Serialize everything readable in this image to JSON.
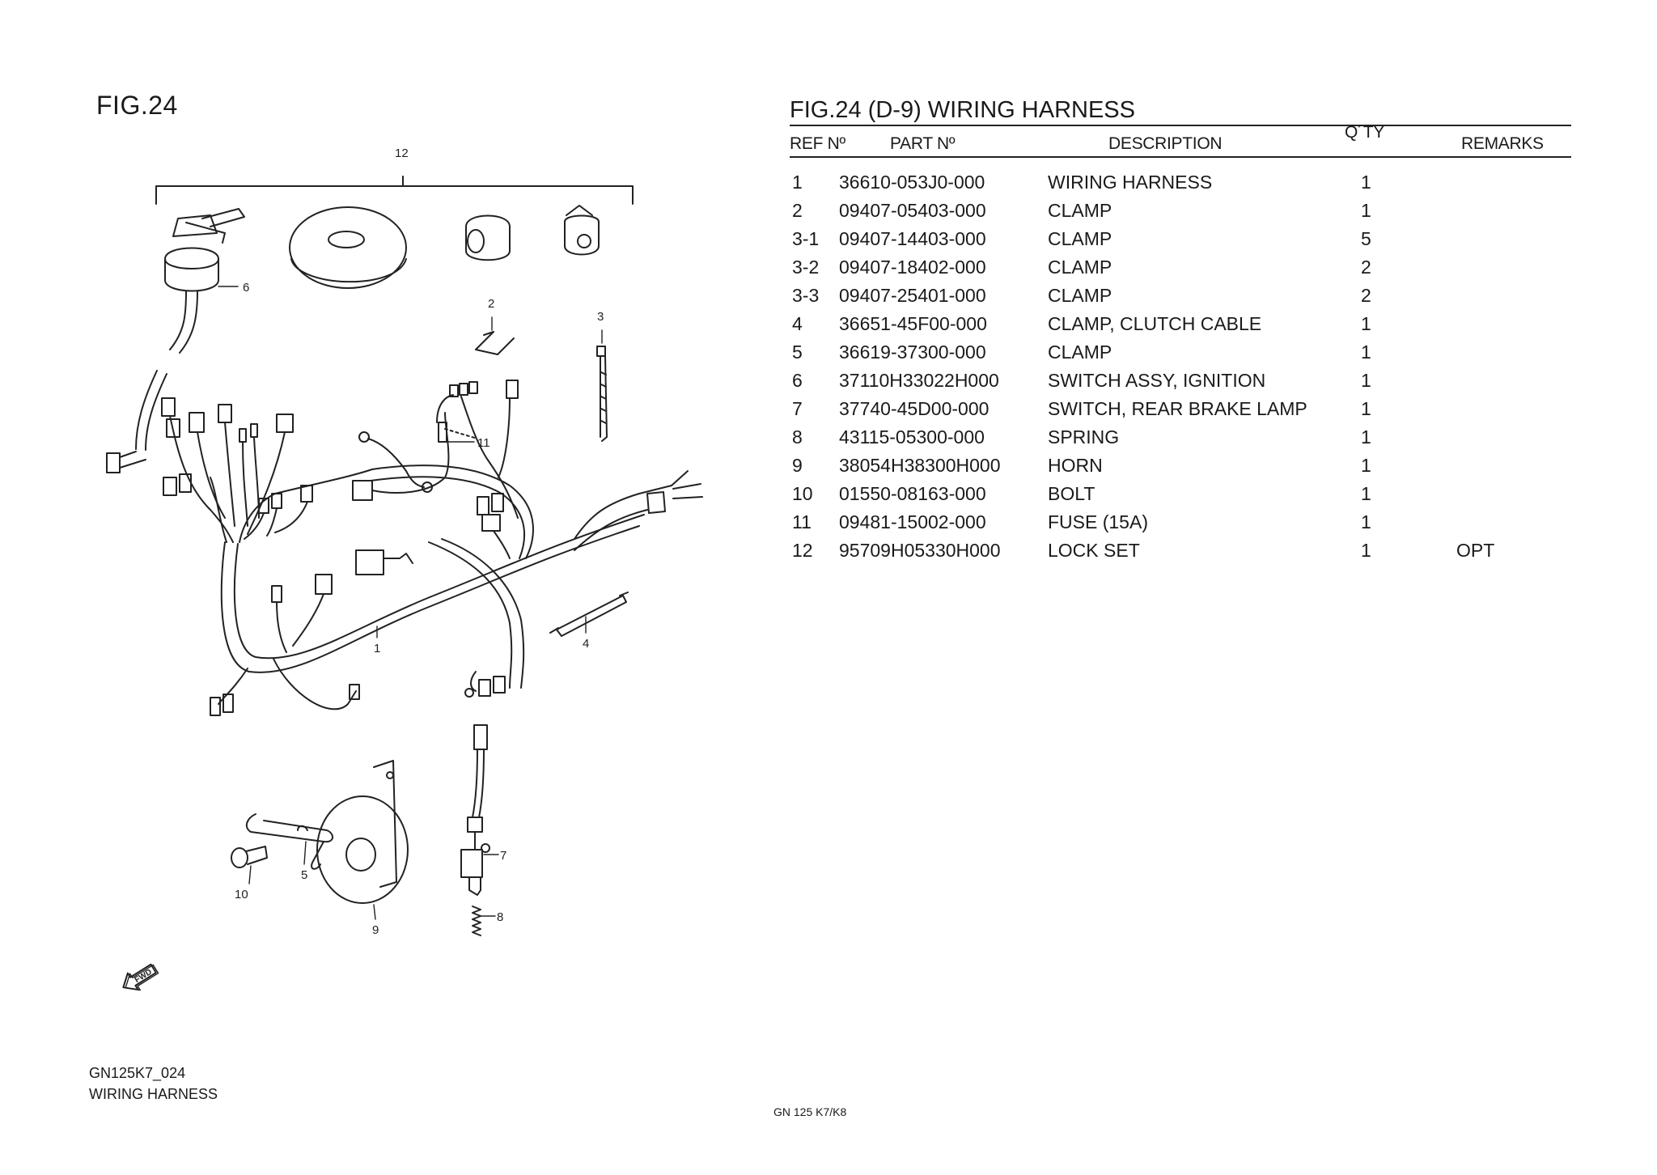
{
  "figure_label": "FIG.24",
  "table": {
    "title": "FIG.24 (D-9) WIRING HARNESS",
    "headers": {
      "ref": "REF Nº",
      "part": "PART Nº",
      "description": "DESCRIPTION",
      "qty": "Q´TY",
      "remarks": "REMARKS"
    },
    "rows": [
      {
        "ref": "1",
        "part": "36610-053J0-000",
        "description": "WIRING HARNESS",
        "qty": "1",
        "remarks": ""
      },
      {
        "ref": "2",
        "part": "09407-05403-000",
        "description": "CLAMP",
        "qty": "1",
        "remarks": ""
      },
      {
        "ref": "3-1",
        "part": "09407-14403-000",
        "description": "CLAMP",
        "qty": "5",
        "remarks": ""
      },
      {
        "ref": "3-2",
        "part": "09407-18402-000",
        "description": "CLAMP",
        "qty": "2",
        "remarks": ""
      },
      {
        "ref": "3-3",
        "part": "09407-25401-000",
        "description": "CLAMP",
        "qty": "2",
        "remarks": ""
      },
      {
        "ref": "4",
        "part": "36651-45F00-000",
        "description": "CLAMP, CLUTCH CABLE",
        "qty": "1",
        "remarks": ""
      },
      {
        "ref": "5",
        "part": "36619-37300-000",
        "description": "CLAMP",
        "qty": "1",
        "remarks": ""
      },
      {
        "ref": "6",
        "part": "37110H33022H000",
        "description": "SWITCH ASSY, IGNITION",
        "qty": "1",
        "remarks": ""
      },
      {
        "ref": "7",
        "part": "37740-45D00-000",
        "description": "SWITCH, REAR BRAKE LAMP",
        "qty": "1",
        "remarks": ""
      },
      {
        "ref": "8",
        "part": "43115-05300-000",
        "description": "SPRING",
        "qty": "1",
        "remarks": ""
      },
      {
        "ref": "9",
        "part": "38054H38300H000",
        "description": "HORN",
        "qty": "1",
        "remarks": ""
      },
      {
        "ref": "10",
        "part": "01550-08163-000",
        "description": "BOLT",
        "qty": "1",
        "remarks": ""
      },
      {
        "ref": "11",
        "part": "09481-15002-000",
        "description": "FUSE (15A)",
        "qty": "1",
        "remarks": ""
      },
      {
        "ref": "12",
        "part": "95709H05330H000",
        "description": "LOCK SET",
        "qty": "1",
        "remarks": "OPT"
      }
    ]
  },
  "diagram": {
    "callouts": [
      "12",
      "6",
      "2",
      "3",
      "11",
      "1",
      "4",
      "7",
      "5",
      "10",
      "9",
      "8"
    ],
    "direction_label": "FWD"
  },
  "footer": {
    "code": "GN125K7_024",
    "name": "WIRING HARNESS",
    "model": "GN 125 K7/K8"
  }
}
